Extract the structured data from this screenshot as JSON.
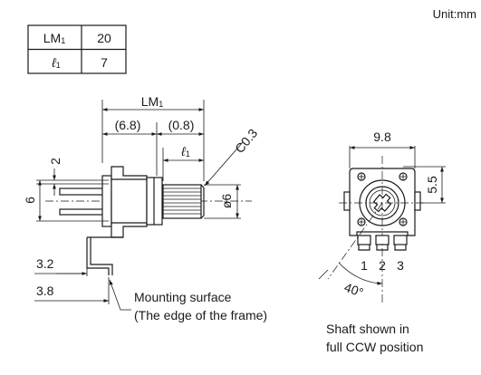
{
  "unit_label": "Unit:mm",
  "table": {
    "rows": [
      {
        "symbol": "LM",
        "sub": "1",
        "value": "20"
      },
      {
        "symbol": "ℓ",
        "sub": "1",
        "value": "7"
      }
    ]
  },
  "side_view": {
    "lm_symbol": "LM",
    "lm_sub": "1",
    "dim_left": "(6.8)",
    "dim_right": "(0.8)",
    "l1_symbol": "ℓ",
    "l1_sub": "1",
    "chamfer": "C0.3",
    "dim_2": "2",
    "dim_6": "6",
    "dim_phi6": "ø6",
    "dim_3_2": "3.2",
    "dim_3_8": "3.8",
    "note_line1": "Mounting surface",
    "note_line2": "(The edge of the frame)"
  },
  "front_view": {
    "dim_9_8": "9.8",
    "dim_5_5": "5.5",
    "pin_1": "1",
    "pin_2": "2",
    "pin_3": "3",
    "angle": "40°",
    "caption_line1": "Shaft shown in",
    "caption_line2": "full CCW position"
  }
}
